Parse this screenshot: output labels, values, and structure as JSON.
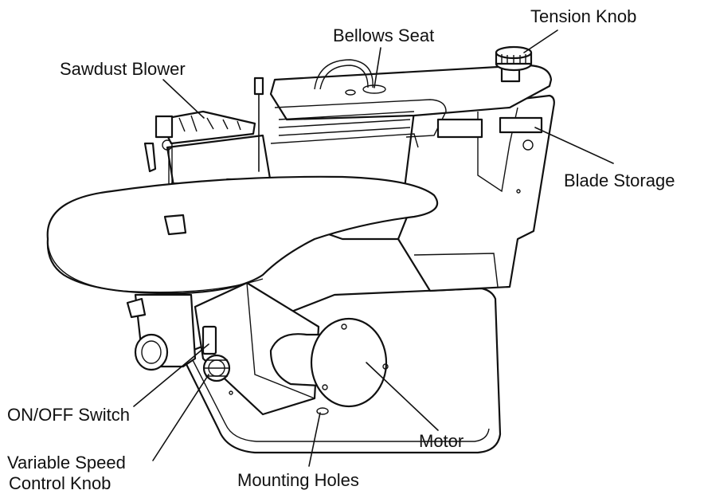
{
  "diagram": {
    "labels": {
      "tension_knob": "Tension Knob",
      "bellows_seat": "Bellows Seat",
      "sawdust_blower": "Sawdust Blower",
      "blade_storage": "Blade Storage",
      "on_off_switch": "ON/OFF Switch",
      "speed_knob_line1": "Variable Speed",
      "speed_knob_line2": "Control Knob",
      "mounting_holes": "Mounting Holes",
      "motor": "Motor"
    }
  }
}
